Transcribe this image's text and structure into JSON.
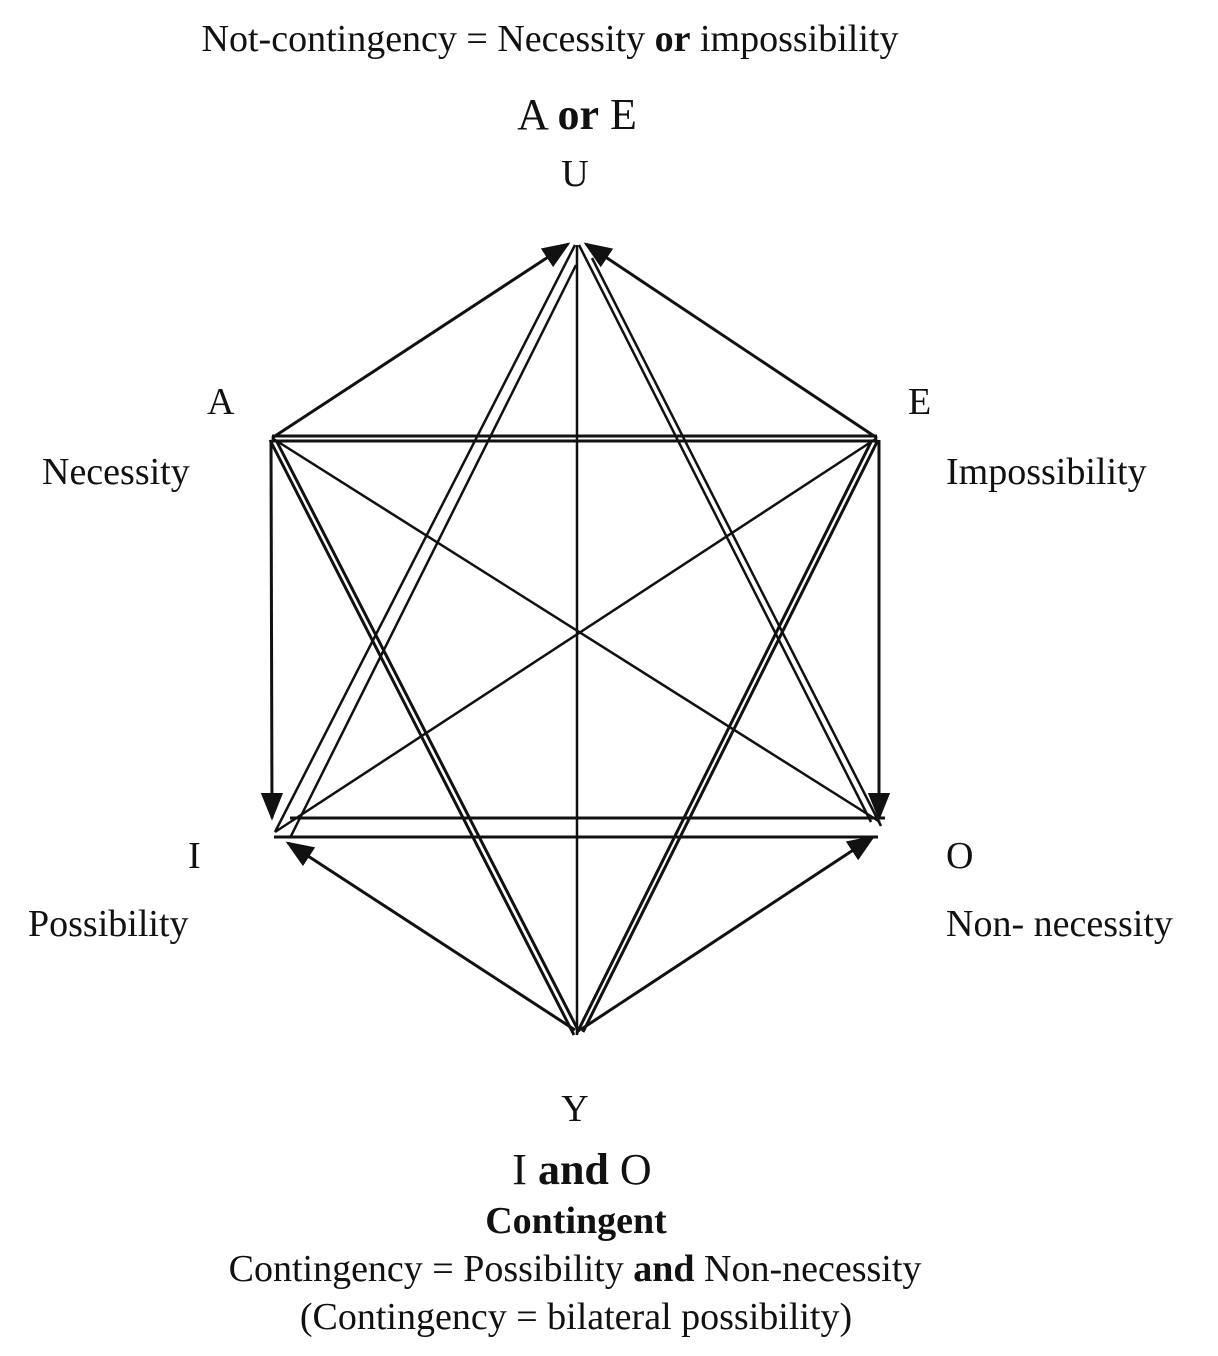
{
  "top_caption": {
    "pre": "Not-contingency = Necessity ",
    "bold": "or",
    "post": " impossibility"
  },
  "u_formula": {
    "pre": "A ",
    "bold": "or",
    "post": " E"
  },
  "vertices": {
    "U": "U",
    "A": {
      "letter": "A",
      "label": "Necessity"
    },
    "E": {
      "letter": "E",
      "label": "Impossibility"
    },
    "I": {
      "letter": "I",
      "label": "Possibility"
    },
    "O": {
      "letter": "O",
      "label": "Non- necessity"
    },
    "Y": "Y"
  },
  "y_formula": {
    "pre": "I ",
    "bold": "and",
    "post": " O"
  },
  "contingent": "Contingent",
  "bottom_caption_1": {
    "pre": "Contingency = Possibility ",
    "bold": "and",
    "post": " Non-necessity"
  },
  "bottom_caption_2": "(Contingency = bilateral possibility)",
  "line_color": "#111111"
}
